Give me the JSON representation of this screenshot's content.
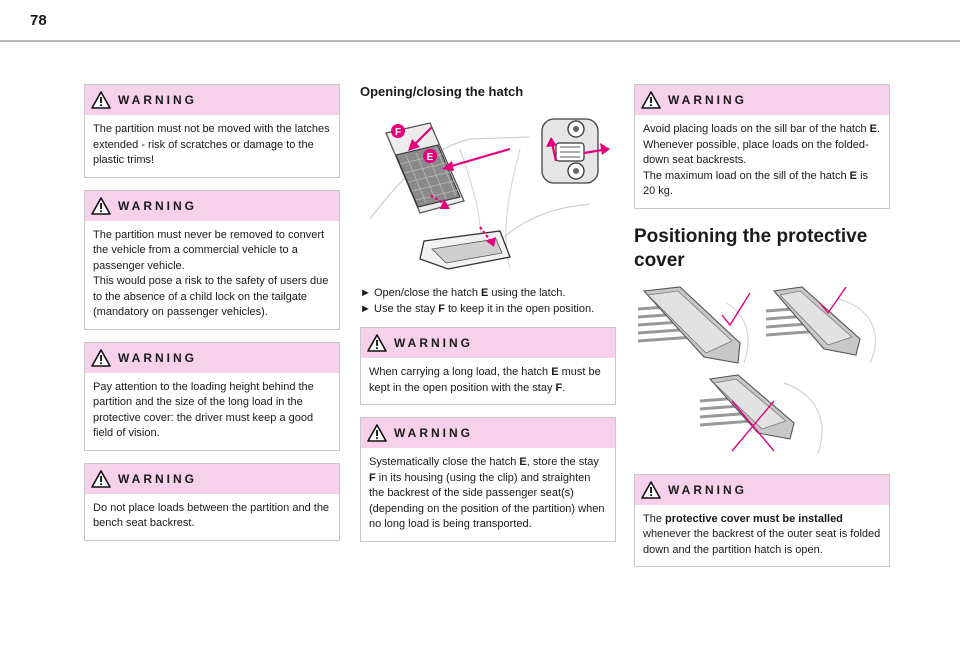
{
  "page_number": "78",
  "warning_label": "WARNING",
  "left_column": {
    "warnings": [
      {
        "text": "The partition must not be moved with the latches extended - risk of scratches or damage to the plastic trims!"
      },
      {
        "text": "The partition must never be removed to convert the vehicle from a commercial vehicle to a passenger vehicle.",
        "text2": "This would pose a risk to the safety of users due to the absence of a child lock on the tailgate (mandatory on passenger vehicles)."
      },
      {
        "text": "Pay attention to the loading height behind the partition and the size of the long load in the protective cover: the driver must keep a good field of vision."
      },
      {
        "text": "Do not place loads between the partition and the bench seat backrest."
      }
    ]
  },
  "middle_column": {
    "heading": "Opening/closing the hatch",
    "figure_labels": {
      "f": "F",
      "e": "E"
    },
    "bullet_marker": "►",
    "bullets": [
      {
        "a": "Open/close the hatch ",
        "b": "E",
        "c": " using the latch."
      },
      {
        "a": "Use the stay ",
        "b": "F",
        "c": " to keep it in the open position."
      }
    ],
    "warnings": [
      {
        "a": "When carrying a long load, the hatch ",
        "b": "E",
        "c": " must be kept in the open position with the stay ",
        "d": "F",
        "e": "."
      },
      {
        "a": "Systematically close the hatch ",
        "b": "E",
        "c": ", store the stay ",
        "d": "F",
        "e": " in its housing (using the clip) and straighten the backrest of the side passenger seat(s) (depending on the position of the partition) when no long load is being transported."
      }
    ]
  },
  "right_column": {
    "warning1": {
      "a": "Avoid placing loads on the sill bar of the hatch ",
      "b": "E",
      "c": ". Whenever possible, place loads on the folded-down seat backrests.",
      "d": "The maximum load on the sill of the hatch ",
      "e": "E",
      "f": " is 20 kg."
    },
    "heading": "Positioning the protective cover",
    "warning2": {
      "a": "The ",
      "b": "protective cover must be installed",
      "c": " whenever the backrest of the outer seat is folded down and the partition hatch is open."
    }
  },
  "colors": {
    "warning_header": "#f7d0ec",
    "accent_magenta": "#e6007e",
    "border": "#c8c8c8"
  }
}
